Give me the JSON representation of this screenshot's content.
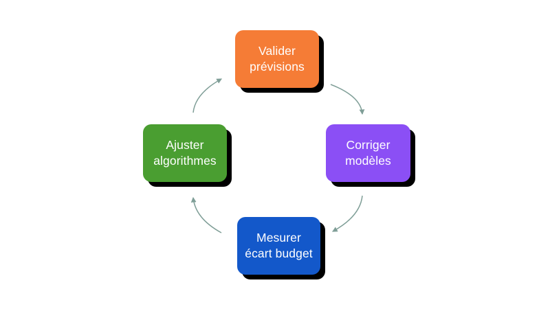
{
  "diagram": {
    "type": "cycle",
    "title": "",
    "background_color": "#ffffff",
    "direction": "clockwise",
    "nodes": [
      {
        "id": "valider",
        "label": "Valider\nprévisions",
        "line1": "Valider",
        "line2": "prévisions",
        "color": "#f57c36",
        "text_color": "#ffffff",
        "shadow_color": "#000000",
        "position": "top"
      },
      {
        "id": "corriger",
        "label": "Corriger\nmodèles",
        "line1": "Corriger",
        "line2": "modèles",
        "color": "#8b4ff5",
        "text_color": "#ffffff",
        "shadow_color": "#000000",
        "position": "right"
      },
      {
        "id": "mesurer",
        "label": "Mesurer\nécart budget",
        "line1": "Mesurer",
        "line2": "écart budget",
        "color": "#1358ca",
        "text_color": "#ffffff",
        "shadow_color": "#000000",
        "position": "bottom"
      },
      {
        "id": "ajuster",
        "label": "Ajuster\nalgorithmes",
        "line1": "Ajuster",
        "line2": "algorithmes",
        "color": "#4a9e31",
        "text_color": "#ffffff",
        "shadow_color": "#000000",
        "position": "left"
      }
    ],
    "arrows": [
      {
        "id": "valider-to-corriger",
        "from": "valider",
        "to": "corriger",
        "color": "#7f9e97",
        "label": ""
      },
      {
        "id": "corriger-to-mesurer",
        "from": "corriger",
        "to": "mesurer",
        "color": "#7f9e97",
        "label": ""
      },
      {
        "id": "mesurer-to-ajuster",
        "from": "mesurer",
        "to": "ajuster",
        "color": "#7f9e97",
        "label": ""
      },
      {
        "id": "ajuster-to-valider",
        "from": "ajuster",
        "to": "valider",
        "color": "#7f9e97",
        "label": ""
      }
    ]
  }
}
